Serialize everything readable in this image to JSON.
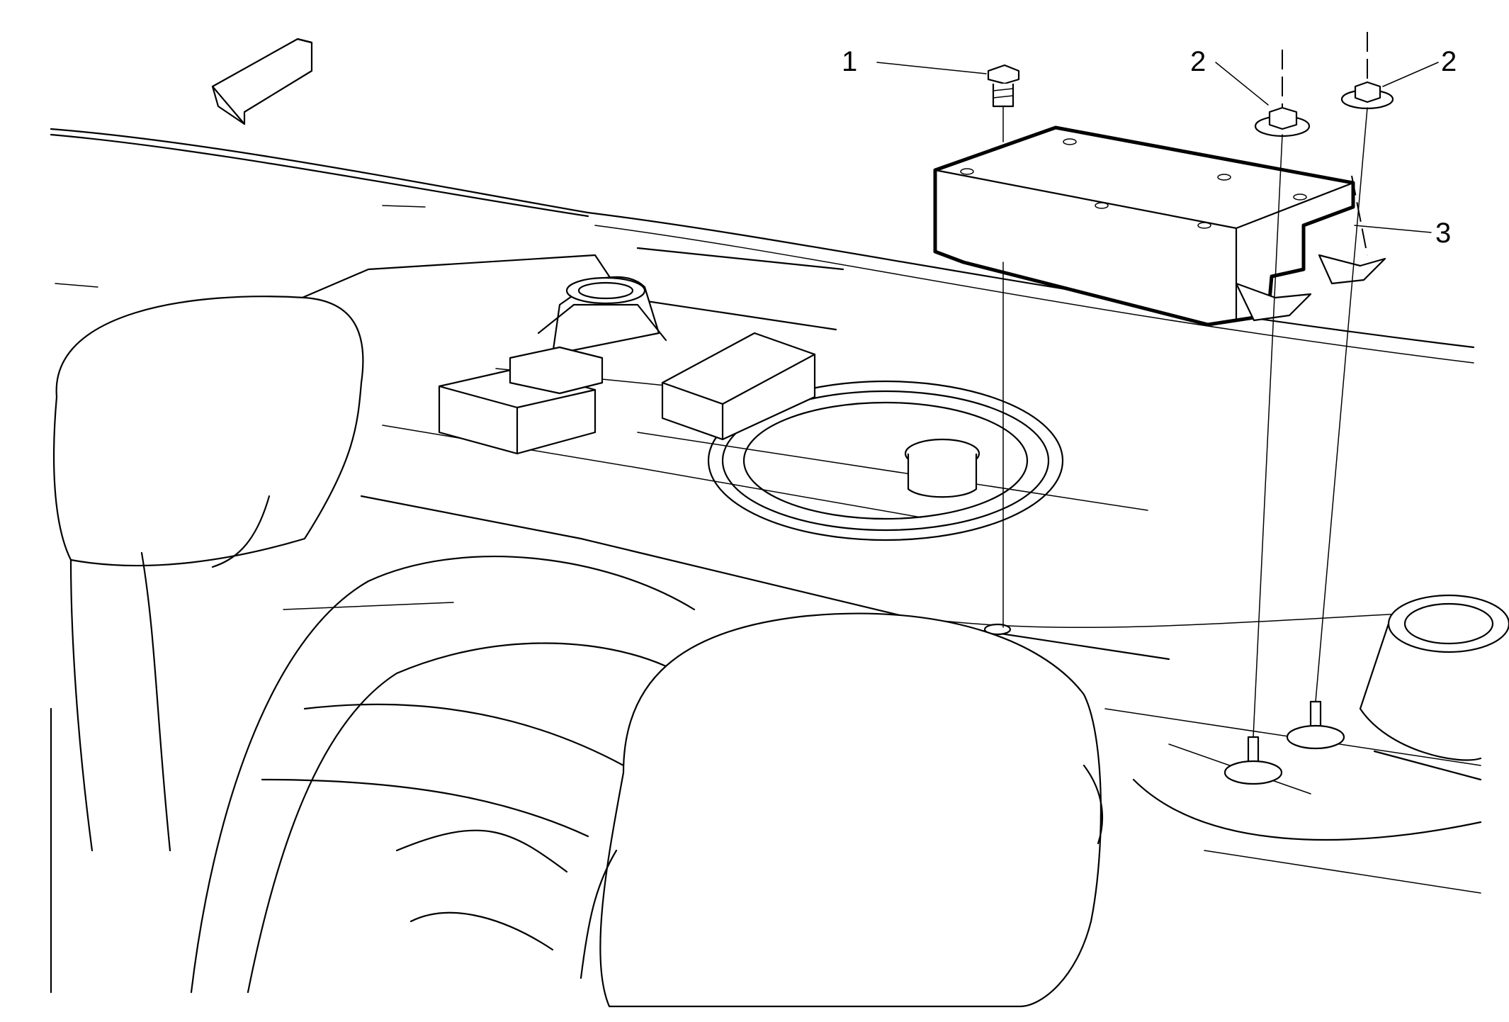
{
  "diagram": {
    "callouts": [
      {
        "label": "1",
        "part": "bolt"
      },
      {
        "label": "2",
        "part": "nut"
      },
      {
        "label": "2",
        "part": "nut"
      },
      {
        "label": "3",
        "part": "module"
      }
    ],
    "direction_arrow": "forward-arrow-icon"
  }
}
